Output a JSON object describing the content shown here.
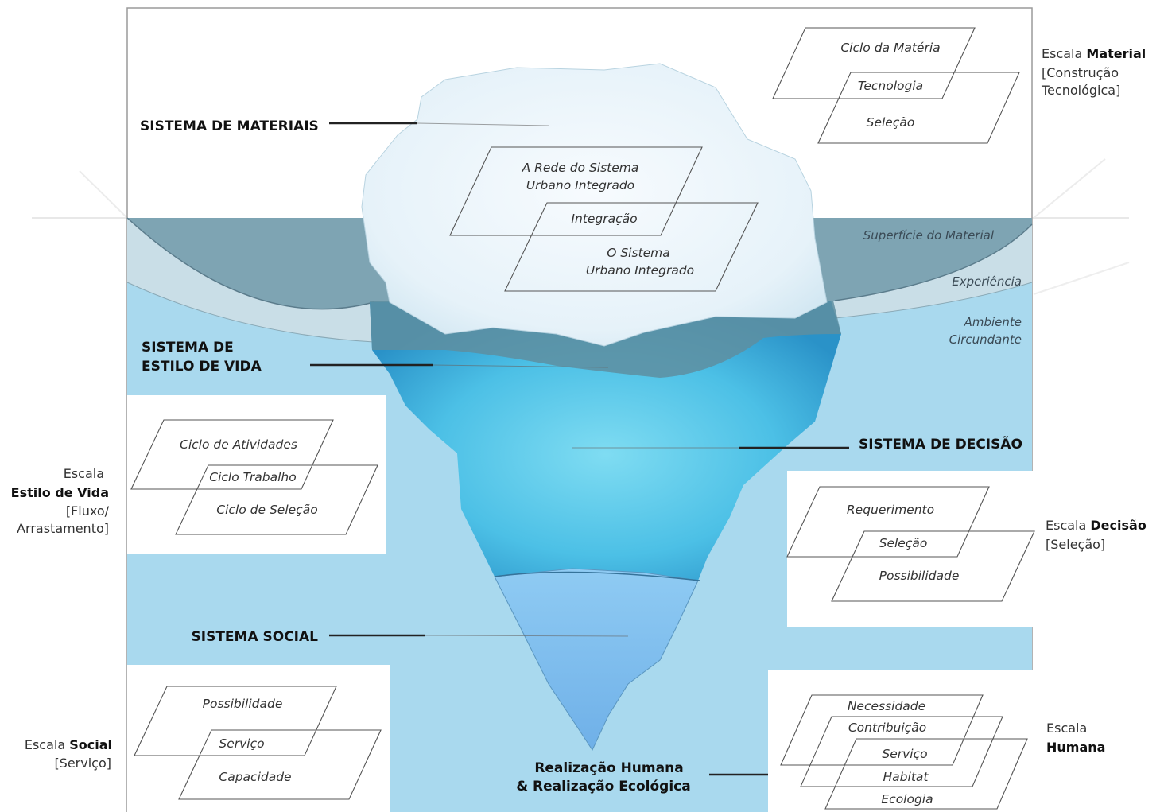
{
  "systems": {
    "materials": "SISTEMA DE MATERIAIS",
    "lifestyle_l1": "SISTEMA DE",
    "lifestyle_l2": "ESTILO DE VIDA",
    "decision": "SISTEMA DE DECISÃO",
    "social": "SISTEMA SOCIAL",
    "realization_l1": "Realização Humana",
    "realization_l2": "& Realização Ecológica"
  },
  "iceberg": {
    "network_l1": "A Rede do Sistema",
    "network_l2": "Urbano Integrado",
    "integration": "Integração",
    "system_l1": "O Sistema",
    "system_l2": "Urbano Integrado"
  },
  "zones": {
    "surface": "Superfície do Material",
    "experience": "Experiência",
    "environment_l1": "Ambiente",
    "environment_l2": "Circundante"
  },
  "boxes": {
    "material": [
      "Ciclo da Matéria",
      "Tecnologia",
      "Seleção"
    ],
    "lifestyle": [
      "Ciclo de Atividades",
      "Ciclo Trabalho",
      "Ciclo de Seleção"
    ],
    "decision": [
      "Requerimento",
      "Seleção",
      "Possibilidade"
    ],
    "social": [
      "Possibilidade",
      "Serviço",
      "Capacidade"
    ],
    "human": [
      "Necessidade",
      "Contribuição",
      "Serviço",
      "Habitat",
      "Ecologia"
    ]
  },
  "scales": {
    "material": {
      "prefix": "Escala",
      "bold": "Material",
      "sub1": "[Construção",
      "sub2": "Tecnológica]"
    },
    "lifestyle": {
      "prefix": "Escala",
      "bold": "Estilo de Vida",
      "sub1": "[Fluxo/",
      "sub2": "Arrastamento]"
    },
    "decision": {
      "prefix": "Escala",
      "bold": "Decisão",
      "sub1": "[Seleção]"
    },
    "social": {
      "prefix": "Escala",
      "bold": "Social",
      "sub1": "[Serviço]"
    },
    "human": {
      "prefix": "Escala",
      "bold": "Humana"
    }
  },
  "colors": {
    "water": "#a9d9ee",
    "surface_band": "#7fa3b2",
    "experience_band": "#c8dde6",
    "ice_top": "#e8f3f9",
    "ice_middle": "#6fd1ea",
    "ice_bottom": "#88c6f0"
  }
}
